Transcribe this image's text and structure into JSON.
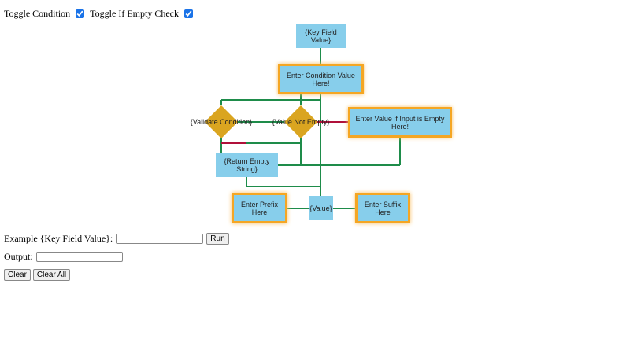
{
  "toggles": {
    "condition_label": "Toggle Condition",
    "condition_checked": true,
    "empty_label": "Toggle If Empty Check",
    "empty_checked": true
  },
  "diagram": {
    "key_field": "{Key Field Value}",
    "condition": "Enter Condition Value Here!",
    "validate": "{Validate Condition}",
    "not_empty": "{Value Not Empty}",
    "if_empty": "Enter Value if Input is Empty Here!",
    "return_empty": "{Return Empty String}",
    "prefix": "Enter Prefix Here",
    "value": "{Value}",
    "suffix": "Enter Suffix Here",
    "colors": {
      "node": "#87ceeb",
      "highlight": "#f5a623",
      "diamond": "#daa520",
      "line": "#1e8c4a",
      "false_line": "#b0103a"
    }
  },
  "form": {
    "example_label": "Example {Key Field Value}:",
    "example_value": "",
    "run": "Run",
    "output_label": "Output:",
    "output_value": "",
    "clear": "Clear",
    "clear_all": "Clear All"
  }
}
